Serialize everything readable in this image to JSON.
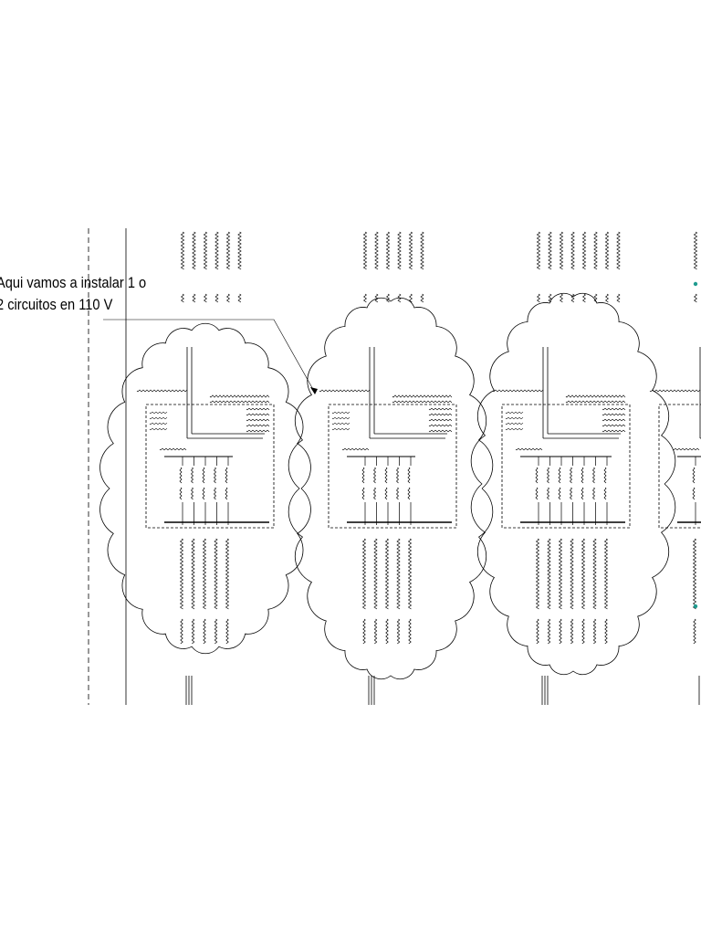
{
  "diagram": {
    "note_lines": [
      "Aqui vamos a instalar 1 o",
      "2 circuitos en 110 V"
    ],
    "panel_count": 4,
    "colors": {
      "line": "#000000",
      "marker": "#1f9b8f",
      "background": "#ffffff"
    }
  }
}
